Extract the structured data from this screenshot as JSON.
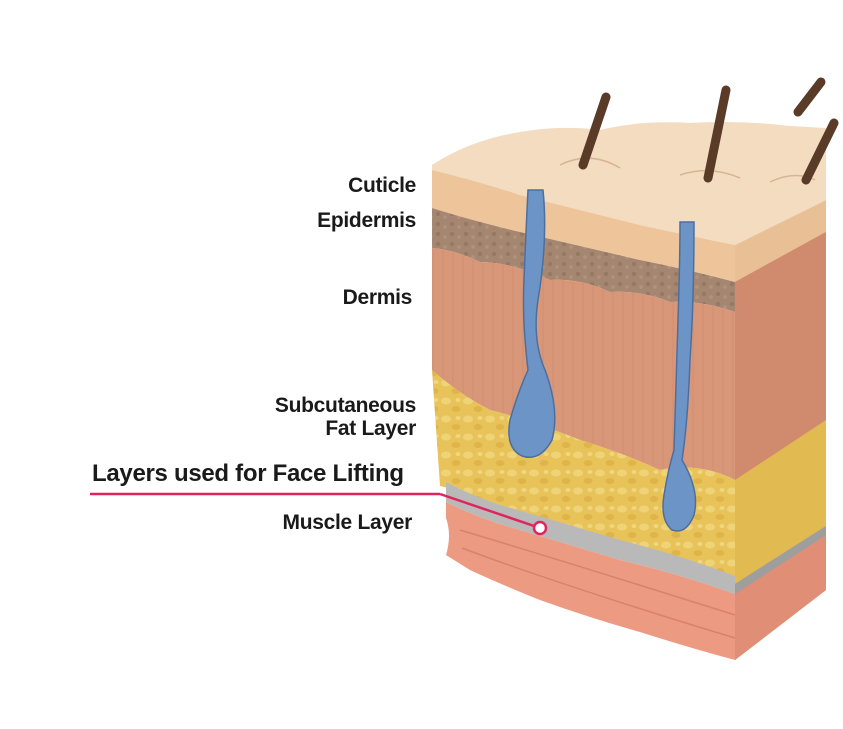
{
  "labels": {
    "cuticle": "Cuticle",
    "epidermis": "Epidermis",
    "dermis": "Dermis",
    "fat_line1": "Subcutaneous",
    "fat_line2": "Fat Layer",
    "highlight": "Layers used for Face Lifting",
    "muscle": "Muscle Layer"
  },
  "colors": {
    "surface": "#f3dcc0",
    "cuticle": "#eec59a",
    "epidermis": "#a58670",
    "dermis": "#d99779",
    "fat": "#e8c35a",
    "smas_band": "#b9b9b9",
    "muscle": "#ec9a82",
    "hair": "#5a3b28",
    "gland": "#6d94c6",
    "highlight_line": "#e0245e"
  }
}
